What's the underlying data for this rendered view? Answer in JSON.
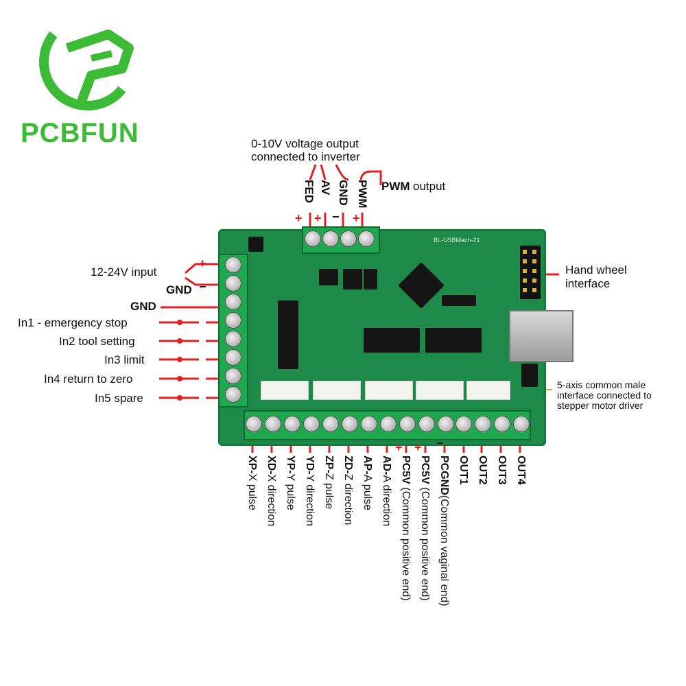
{
  "brand": {
    "name": "PCBFUN",
    "color": "#3dba36"
  },
  "top_title": {
    "line1": "0-10V voltage output",
    "line2": "connected to inverter"
  },
  "top_pins": {
    "fed": "FED",
    "av": "AV",
    "gnd": "GND",
    "pwm": "PWM",
    "pwm_output_bold": "PWM",
    "pwm_output_text": "output"
  },
  "power": {
    "input_label": "12-24V input",
    "plus": "+",
    "gnd": "GND",
    "minus": "−"
  },
  "inputs": {
    "gnd": "GND",
    "items": [
      "In1 - emergency stop",
      "In2 tool setting",
      "In3 limit",
      "In4 return to zero",
      "In5 spare"
    ]
  },
  "handwheel": {
    "line1": "Hand wheel",
    "line2": "interface"
  },
  "axis_interface": {
    "line1": "5-axis common male",
    "line2": "interface connected to",
    "line3": "stepper motor driver"
  },
  "bottom_pins": [
    {
      "code": "XP-",
      "desc": "X pulse"
    },
    {
      "code": "XD-",
      "desc": "X direction"
    },
    {
      "code": "YP-",
      "desc": "Y pulse"
    },
    {
      "code": "YD-",
      "desc": "Y direction"
    },
    {
      "code": "ZP-",
      "desc": "Z pulse"
    },
    {
      "code": "ZD-",
      "desc": "Z direction"
    },
    {
      "code": "AP-",
      "desc": "A pulse"
    },
    {
      "code": "AD-",
      "desc": "A direction"
    },
    {
      "code": "PC5V",
      "desc": " (Common positive end)"
    },
    {
      "code": "PC5V",
      "desc": " (Common positive end)"
    },
    {
      "code": "PCGND",
      "desc": "(Common vaginal end)"
    },
    {
      "code": "OUT1",
      "desc": ""
    },
    {
      "code": "OUT2",
      "desc": ""
    },
    {
      "code": "OUT3",
      "desc": ""
    },
    {
      "code": "OUT4",
      "desc": ""
    }
  ],
  "board_text": {
    "model": "BL-USBMach-21"
  },
  "colors": {
    "board": "#1d8a4a",
    "marker": "#e02020",
    "logo": "#3dba36"
  }
}
